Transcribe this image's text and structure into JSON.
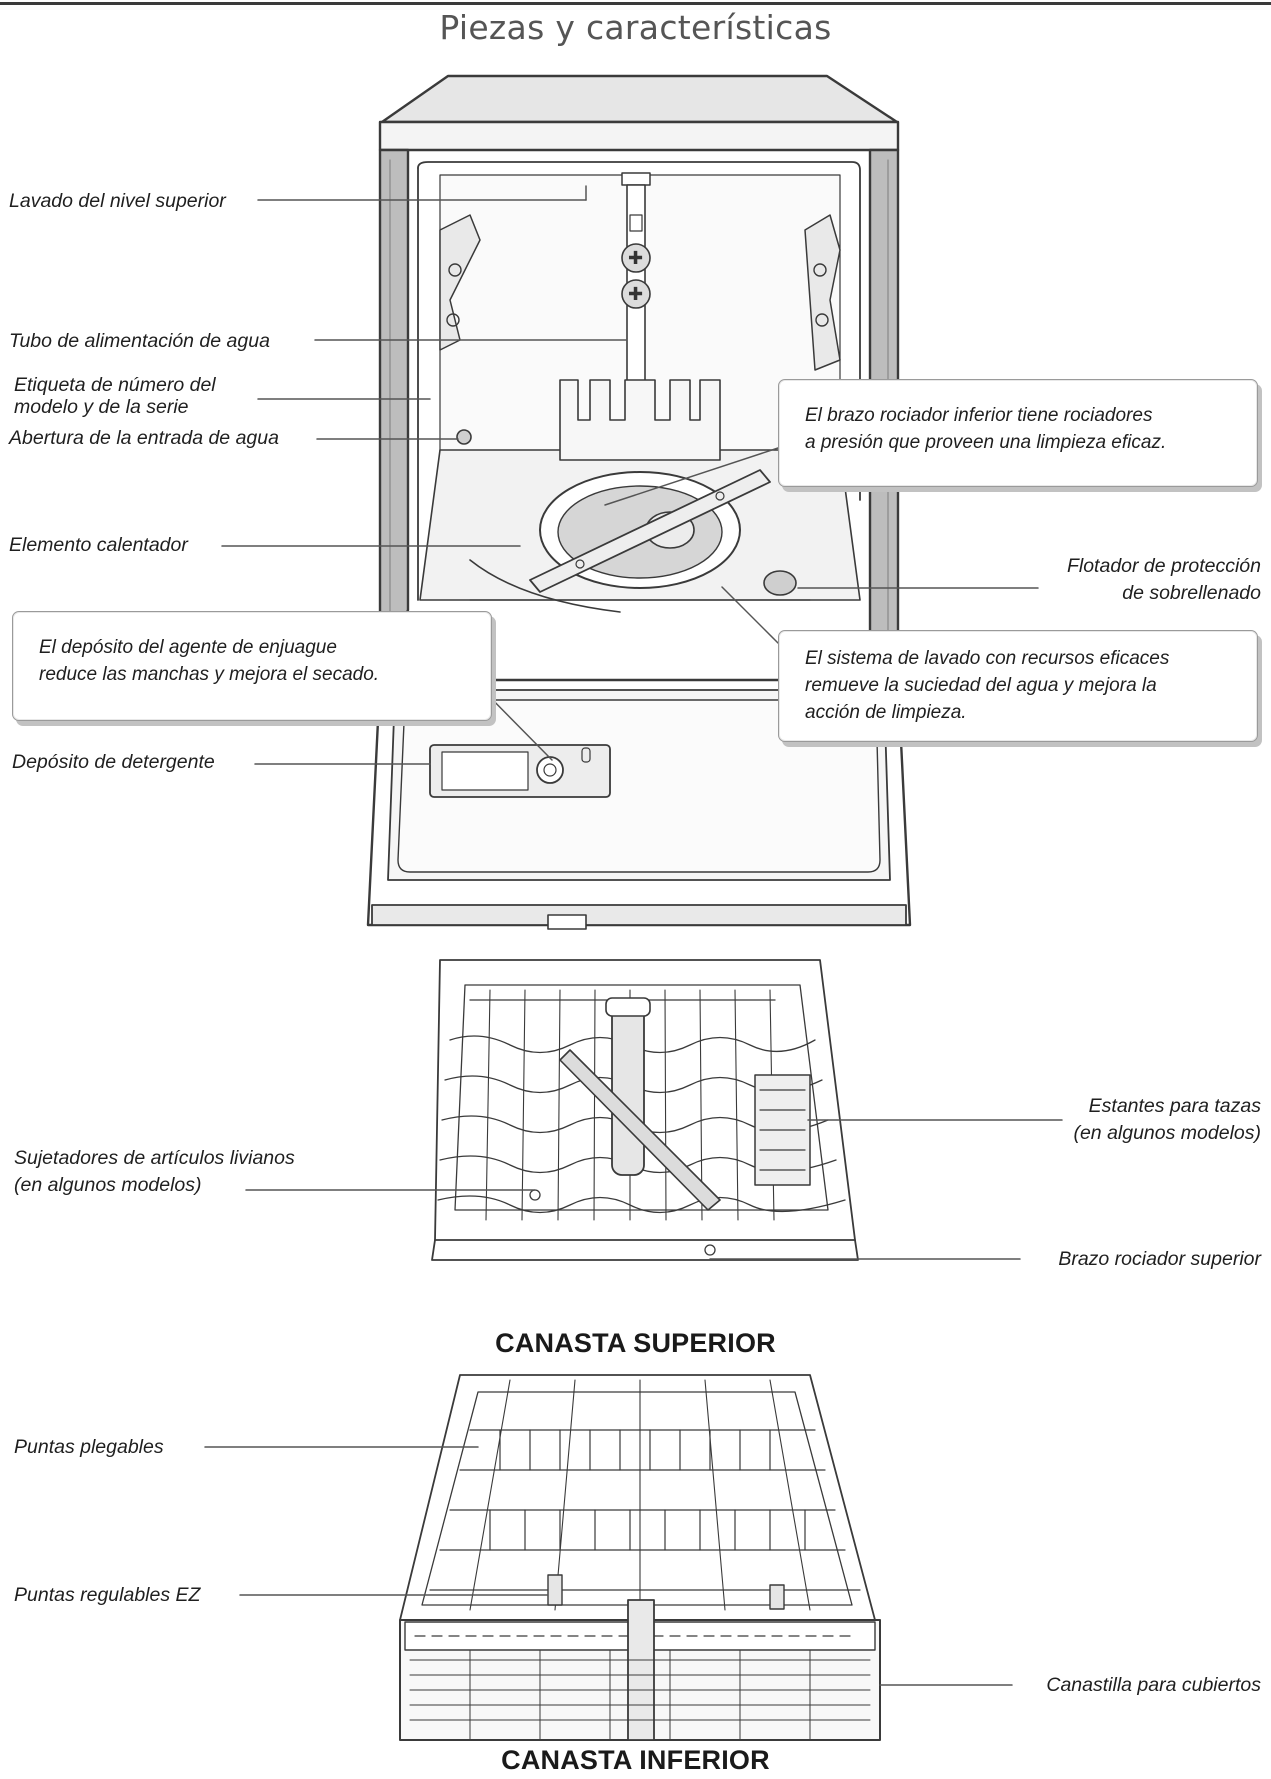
{
  "title": "Piezas y características",
  "labels": {
    "lavado_nivel_superior": "Lavado del nivel superior",
    "tubo_alimentacion": "Tubo de alimentación de agua",
    "etiqueta_1": "Etiqueta de número del",
    "etiqueta_2": "modelo y de la serie",
    "abertura_entrada": "Abertura de la entrada de agua",
    "elemento_calentador": "Elemento calentador",
    "flotador_1": "Flotador de protección",
    "flotador_2": "de sobrellenado",
    "deposito_detergente": "Depósito de detergente",
    "estantes_1": "Estantes para tazas",
    "estantes_2": "(en algunos modelos)",
    "sujetadores_1": "Sujetadores de artículos livianos",
    "sujetadores_2": "(en algunos modelos)",
    "brazo_superior": "Brazo rociador superior",
    "puntas_plegables": "Puntas plegables",
    "puntas_regulables": "Puntas regulables EZ",
    "canastilla": "Canastilla para cubiertos"
  },
  "callouts": {
    "brazo_inferior": [
      "El brazo rociador inferior tiene rociadores",
      "a presión que proveen una limpieza eficaz."
    ],
    "agente_enjuague": [
      "El depósito del agente de enjuague",
      "reduce las manchas y mejora el secado."
    ],
    "sistema_lavado": [
      "El sistema de lavado con recursos eficaces",
      "remueve la suciedad del agua y mejora la",
      "acción de limpieza."
    ]
  },
  "sections": {
    "upper": "CANASTA SUPERIOR",
    "lower": "CANASTA INFERIOR"
  }
}
